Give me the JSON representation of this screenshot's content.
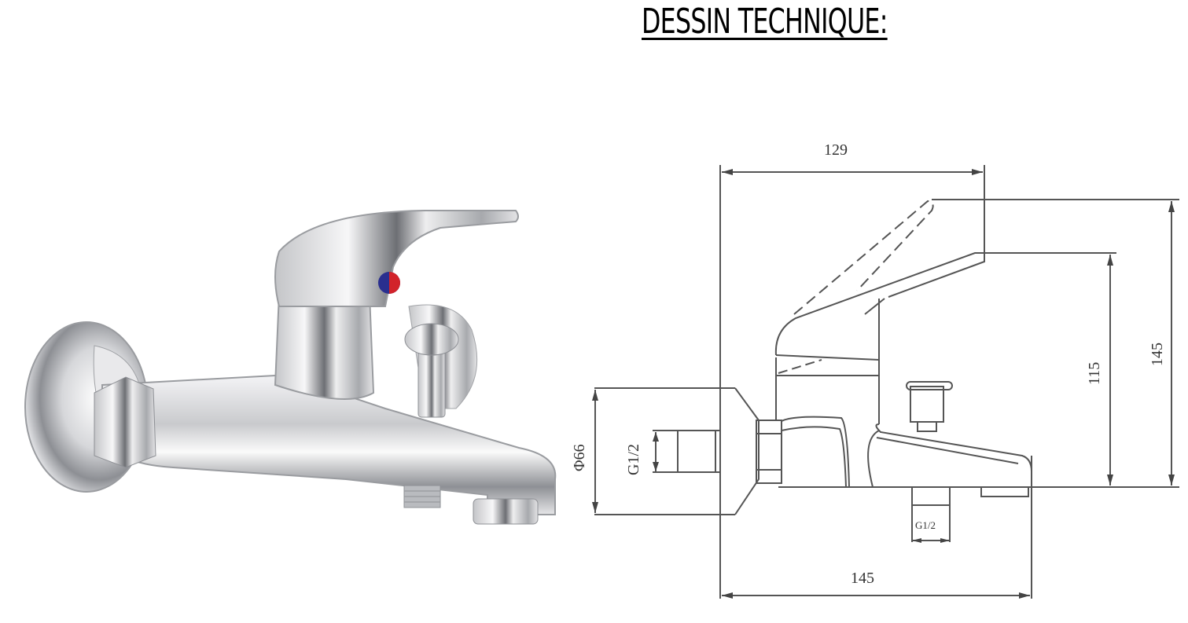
{
  "title": "DESSIN TECHNIQUE:",
  "photo": {
    "subject": "chrome wall-mounted single-lever bath mixer faucet",
    "indicator_colors": {
      "hot": "#d2232a",
      "cold": "#2a2f8f"
    }
  },
  "drawing": {
    "dimensions": {
      "top_width": "129",
      "bottom_width": "145",
      "height_lever": "115",
      "height_total": "145",
      "flange_diameter": "Φ66",
      "inlet_thread": "G1/2",
      "outlet_thread": "G1/2"
    },
    "line_color": "#555555"
  }
}
